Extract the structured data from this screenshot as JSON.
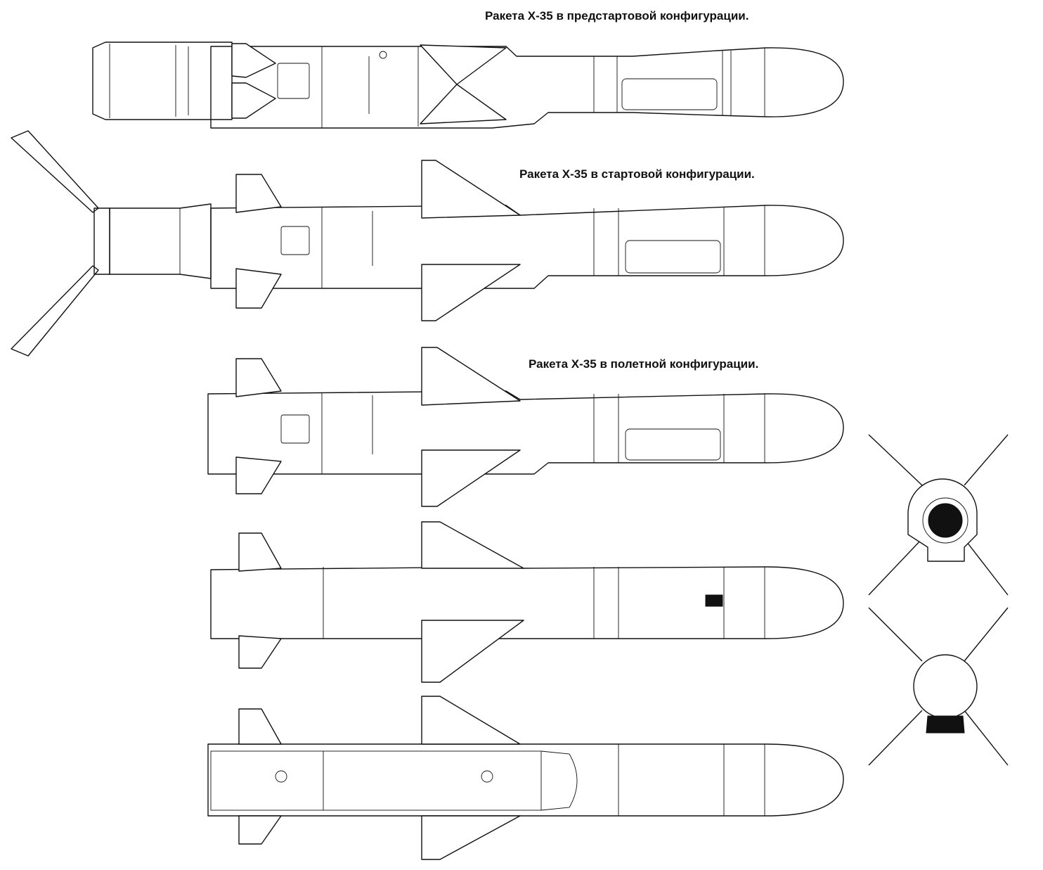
{
  "figure": {
    "captions": {
      "prelaunch": "Ракета Х-35 в предстартовой конфигурации.",
      "launch": "Ракета Х-35 в стартовой конфигурации.",
      "flight": "Ракета Х-35 в полетной конфигурации."
    }
  }
}
